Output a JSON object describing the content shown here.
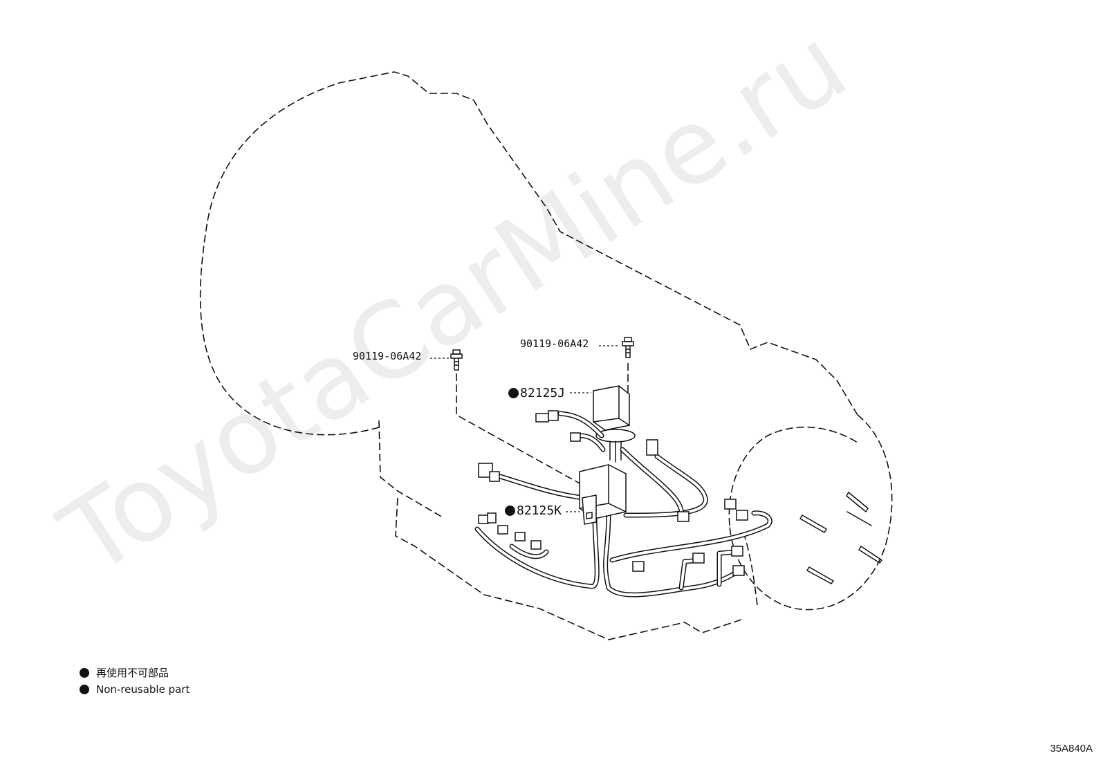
{
  "diagram": {
    "labels": {
      "bolt_left": "90119-06A42",
      "bolt_right": "90119-06A42",
      "part_j": "82125J",
      "part_k": "82125K"
    },
    "legend": {
      "line_jp": "再使用不可部品",
      "line_en": "Non-reusable part"
    },
    "watermark": "ToyotaCarMine.ru",
    "illustration_code": "35A840A"
  }
}
